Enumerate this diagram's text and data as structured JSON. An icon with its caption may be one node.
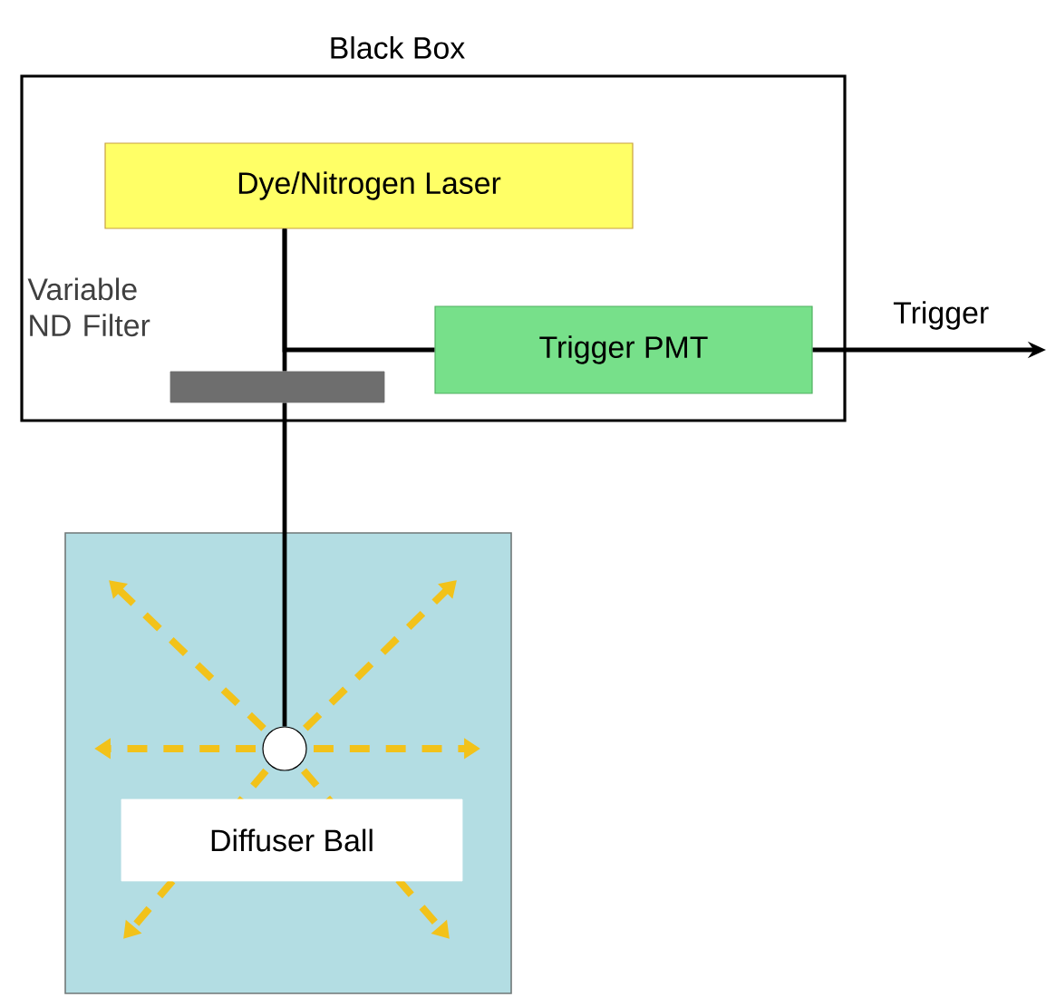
{
  "diagram": {
    "nodes": [
      {
        "text": [
          "Black Box"
        ]
      },
      {
        "text": [
          "Dye/Nitrogen Laser"
        ],
        "in": 0
      },
      {
        "text": [
          "Trigger PMT"
        ],
        "in": 0
      },
      {
        "text": [],
        "shape": "bar",
        "in": 0
      },
      {
        "text": [],
        "shape": "box"
      },
      {
        "text": [],
        "shape": "circle",
        "in": 4
      },
      {
        "text": [
          "Diffuser Ball"
        ],
        "in": 4
      }
    ],
    "edges": [
      {
        "from": 1,
        "to": 3,
        "arrow": "none"
      },
      {
        "from": 3,
        "to": 5,
        "arrow": "none"
      },
      {
        "from": 1,
        "to": 2,
        "arrow": "none"
      },
      {
        "from": 2,
        "to": null,
        "arrow": "to",
        "label": "Trigger"
      }
    ],
    "labels": [
      "Variable ND Filter"
    ]
  }
}
